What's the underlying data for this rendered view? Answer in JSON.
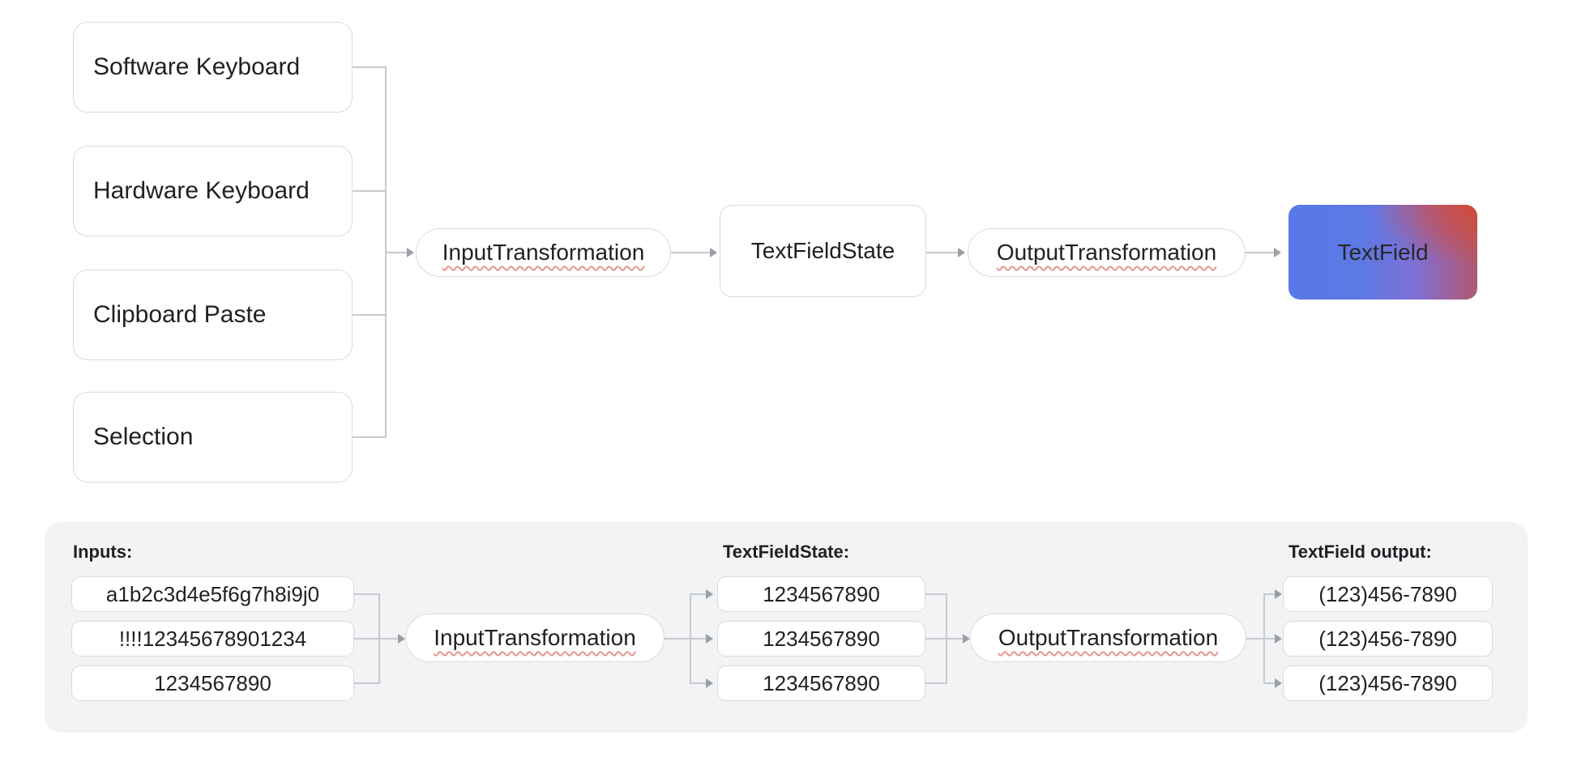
{
  "diagram": {
    "sources": [
      {
        "label": "Software Keyboard"
      },
      {
        "label": "Hardware Keyboard"
      },
      {
        "label": "Clipboard Paste"
      },
      {
        "label": "Selection"
      }
    ],
    "nodes": {
      "input_transformation": "InputTransformation",
      "text_field_state": "TextFieldState",
      "output_transformation": "OutputTransformation",
      "text_field": "TextField"
    }
  },
  "example_panel": {
    "inputs_label": "Inputs:",
    "inputs": [
      "a1b2c3d4e5f6g7h8i9j0",
      "!!!!12345678901234",
      "1234567890"
    ],
    "input_transformation": "InputTransformation",
    "state_label": "TextFieldState:",
    "states": [
      "1234567890",
      "1234567890",
      "1234567890"
    ],
    "output_transformation": "OutputTransformation",
    "output_label": "TextField output:",
    "outputs": [
      "(123)456-7890",
      "(123)456-7890",
      "(123)456-7890"
    ]
  },
  "colors": {
    "panel_background": "#f1f3f4",
    "node_border": "#d8dbdf",
    "connector_line": "#c7cace",
    "arrowhead": "#9ba0a6",
    "text": "#202124",
    "squiggle_red": "#e5968c",
    "textfield_gradient_blue": "#5978e9",
    "textfield_gradient_red": "#d24b38"
  }
}
